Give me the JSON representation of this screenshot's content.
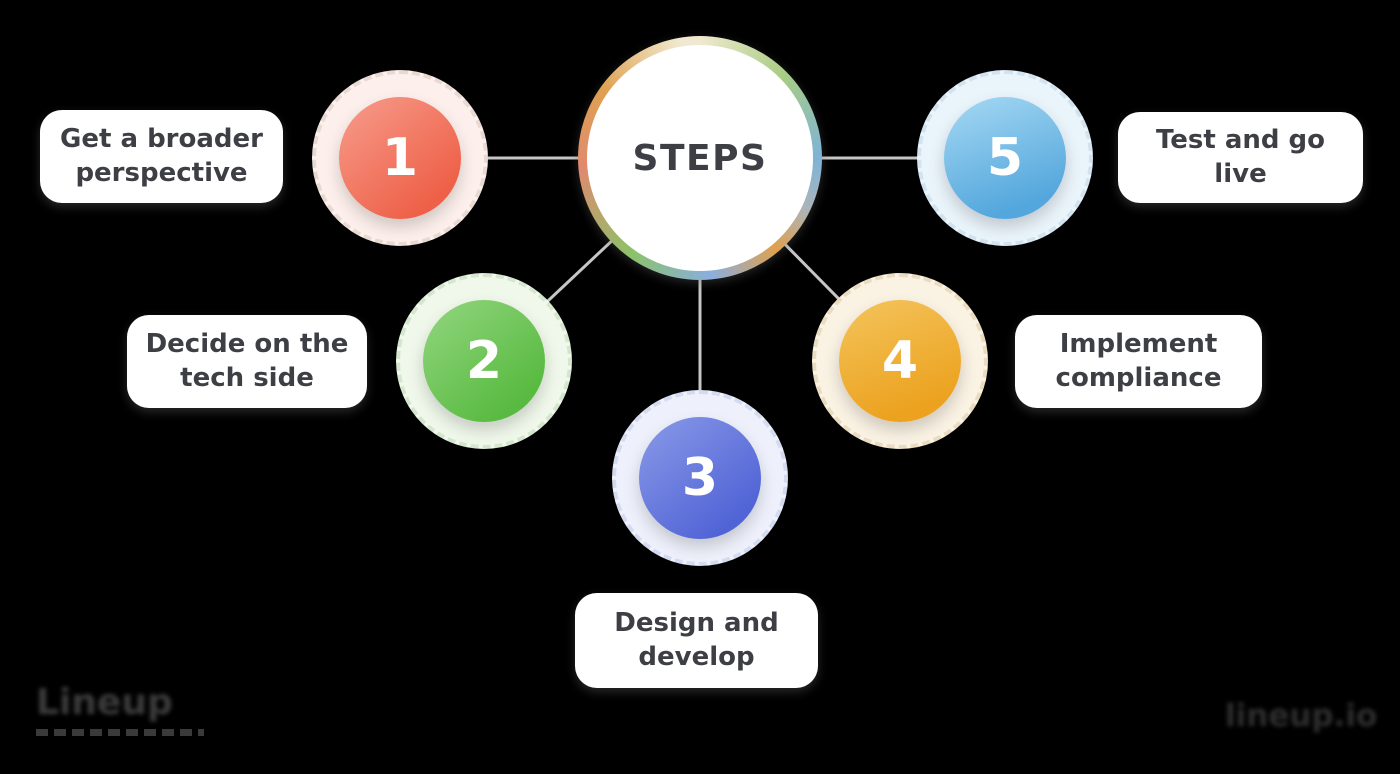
{
  "diagram": {
    "type": "radial-steps-infographic",
    "background_color": "#000000",
    "center": {
      "label": "STEPS"
    },
    "steps": [
      {
        "number": "1",
        "label": "Get a broader perspective",
        "color_main": "#ee6047",
        "color_ring": "#fdf0ec"
      },
      {
        "number": "2",
        "label": "Decide on the tech side",
        "color_main": "#58ba40",
        "color_ring": "#f0f8eb"
      },
      {
        "number": "3",
        "label": "Design and develop",
        "color_main": "#5164d6",
        "color_ring": "#eef1fb"
      },
      {
        "number": "4",
        "label": "Implement compliance",
        "color_main": "#eca21f",
        "color_ring": "#faf2e3"
      },
      {
        "number": "5",
        "label": "Test and go live",
        "color_main": "#54a7dd",
        "color_ring": "#eaf4fb"
      }
    ],
    "connector_color": "#c6c6c6",
    "text_color": "#3d3f45",
    "watermark_left": "Lineup",
    "watermark_right": "lineup.io"
  }
}
